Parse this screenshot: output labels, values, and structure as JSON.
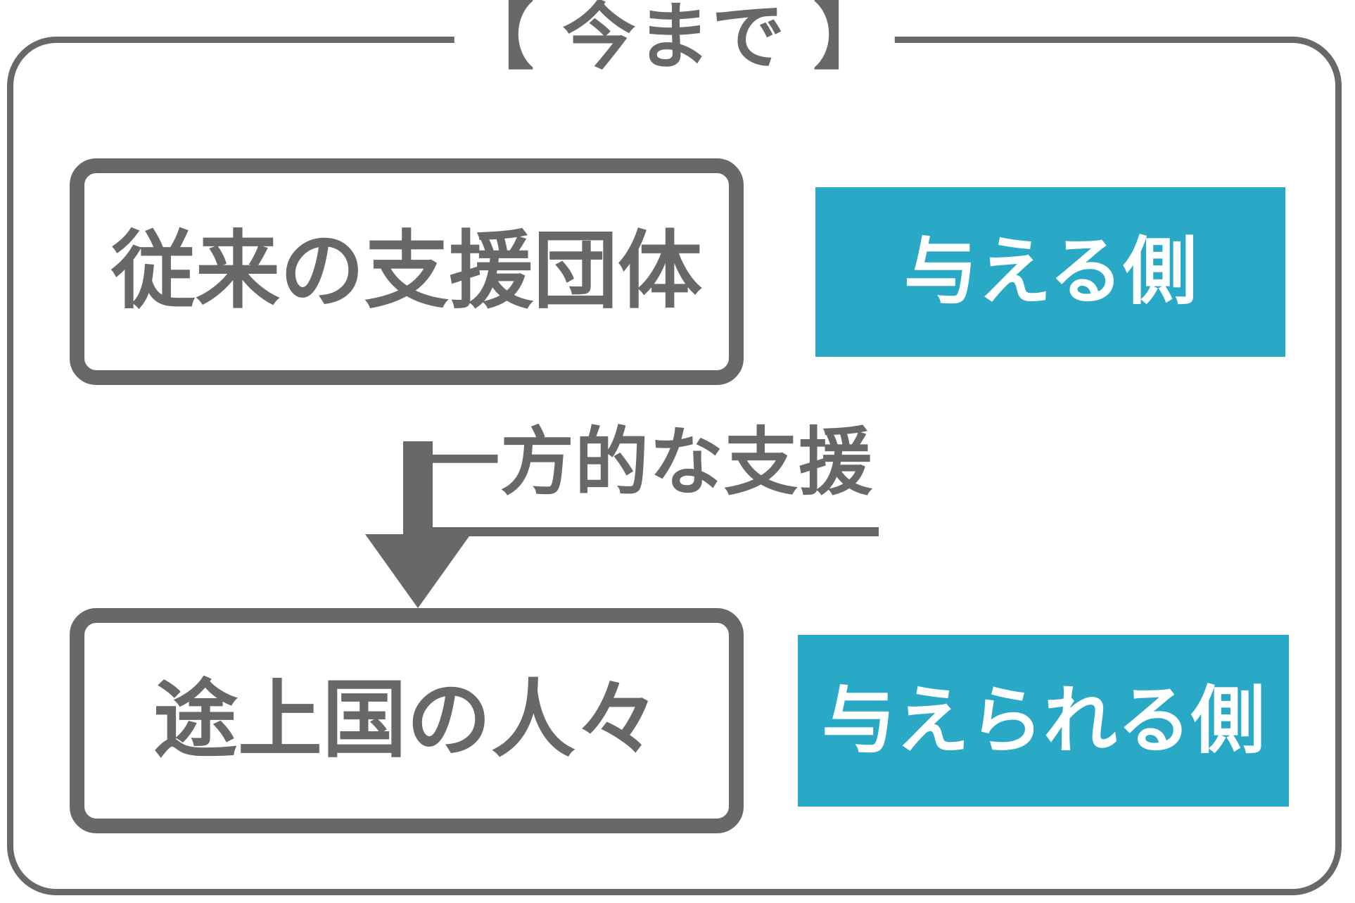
{
  "colors": {
    "outline_gray": "#686868",
    "accent_teal": "#29A9C6",
    "tag_text": "#FFFFFF",
    "page_bg": "#FFFFFF"
  },
  "diagram": {
    "title": "【 今まで 】",
    "giver": {
      "name": "従来の支援団体",
      "role": "与える側"
    },
    "relation": {
      "label": "一方的な支援",
      "arrow_icon": "down-arrow-icon"
    },
    "recipient": {
      "name": "途上国の人々",
      "role": "与えられる側"
    }
  }
}
